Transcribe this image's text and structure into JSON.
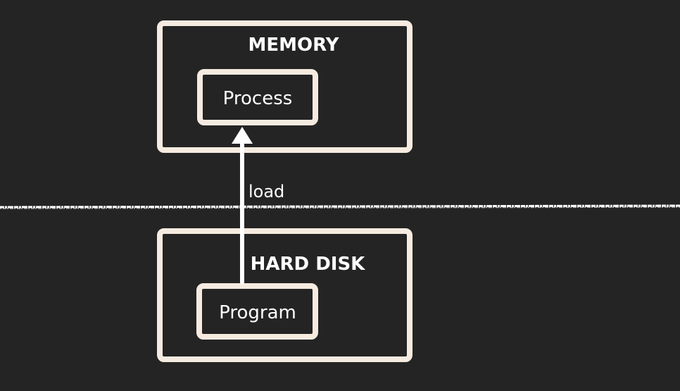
{
  "diagram": {
    "memory_label": "MEMORY",
    "process_label": "Process",
    "hard_disk_label": "HARD DISK",
    "program_label": "Program",
    "arrow_label": "load"
  },
  "colors": {
    "background": "#242424",
    "box_stroke": "#f6ebe0",
    "divider": "#ffffff",
    "text": "#ffffff"
  }
}
